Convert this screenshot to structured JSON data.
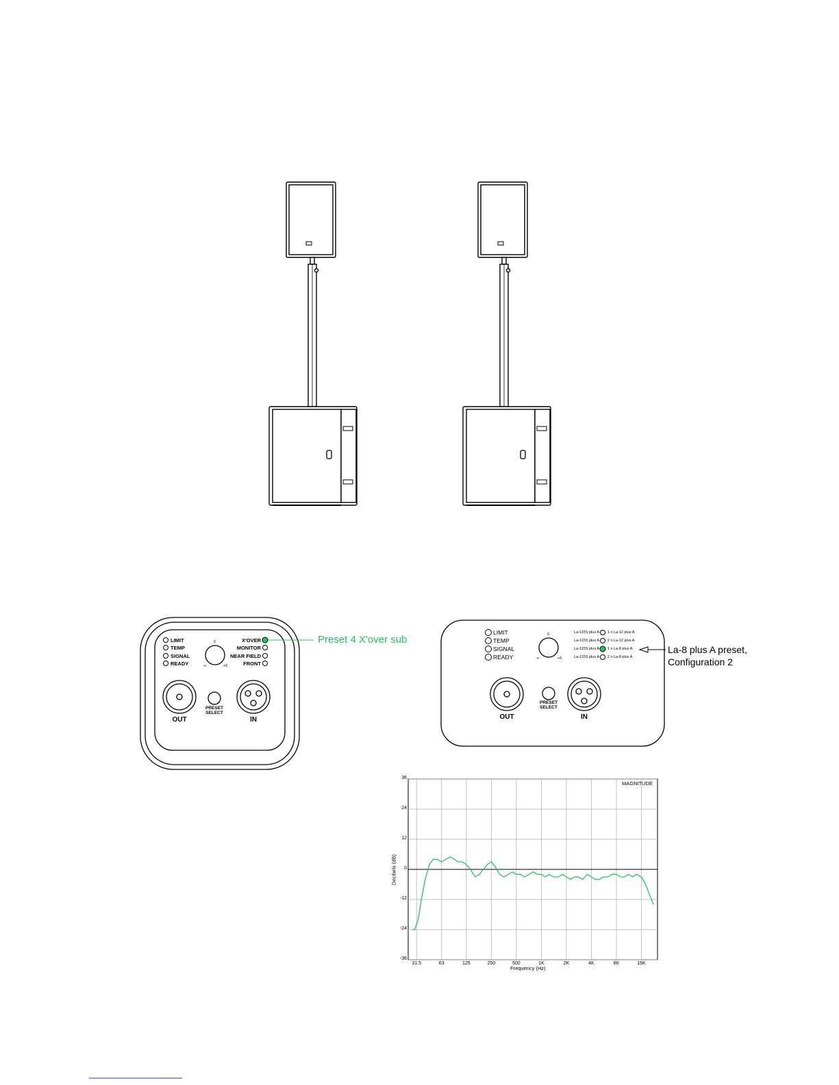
{
  "left_panel": {
    "leds": [
      "LIMIT",
      "TEMP",
      "SIGNAL",
      "READY"
    ],
    "presets": [
      "X'OVER",
      "MONITOR",
      "NEAR FIELD",
      "FRONT"
    ],
    "knob": {
      "top": "0",
      "left": "-∞",
      "right": "+6"
    },
    "out_label": "OUT",
    "in_label": "IN",
    "preset_select": [
      "PRESET",
      "SELECT"
    ],
    "callout": "Preset 4 X'over sub",
    "active_color": "#22c55e"
  },
  "right_panel": {
    "leds": [
      "LIMIT",
      "TEMP",
      "SIGNAL",
      "READY"
    ],
    "presets_left": [
      "La-115S plus A",
      "La-115S plus A",
      "La-115S plus A",
      "La-115S plus A"
    ],
    "presets_right": [
      "1 x La-12 plus A",
      "2 x La-12 plus A",
      "1 x La-8 plus A",
      "2 x La-8 plus A"
    ],
    "knob": {
      "top": "0",
      "left": "-∞",
      "right": "+6"
    },
    "out_label": "OUT",
    "in_label": "IN",
    "preset_select": [
      "PRESET",
      "SELECT"
    ],
    "callout_line1": "La-8 plus A preset,",
    "callout_line2": "Configuration 2"
  },
  "chart_data": {
    "type": "line",
    "title": "MAGNITUDE",
    "xlabel": "Frequency (Hz)",
    "ylabel": "Decibels (dB)",
    "x_ticks": [
      "31.5",
      "63",
      "125",
      "250",
      "500",
      "1K",
      "2K",
      "4K",
      "8K",
      "16K"
    ],
    "y_ticks": [
      "36",
      "24",
      "12",
      "0",
      "-12",
      "-24",
      "-36"
    ],
    "ylim": [
      -36,
      36
    ],
    "grid": true,
    "series": [
      {
        "color": "#22c55e",
        "x": [
          28,
          30,
          33,
          36,
          40,
          45,
          50,
          56,
          63,
          71,
          80,
          90,
          100,
          112,
          125,
          140,
          160,
          180,
          200,
          225,
          250,
          280,
          315,
          355,
          400,
          450,
          500,
          560,
          630,
          710,
          800,
          900,
          1000,
          1120,
          1250,
          1400,
          1600,
          1800,
          2000,
          2240,
          2500,
          2800,
          3150,
          3550,
          4000,
          4500,
          5000,
          5600,
          6300,
          7100,
          8000,
          9000,
          10000,
          11200,
          12500,
          14000,
          16000,
          18000,
          20000,
          22400
        ],
        "y": [
          -24,
          -24,
          -20,
          -12,
          -4,
          2,
          4,
          4,
          3,
          4,
          5,
          4,
          3,
          3,
          2,
          0,
          -3,
          -2,
          0,
          2,
          3,
          1,
          -2,
          -3,
          -2,
          -1,
          -2,
          -2,
          -3,
          -2,
          -1,
          -2,
          -2,
          -3,
          -2,
          -3,
          -3,
          -2,
          -3,
          -4,
          -3,
          -3,
          -4,
          -2,
          -3,
          -4,
          -4,
          -3,
          -3,
          -2,
          -2,
          -3,
          -3,
          -2,
          -3,
          -2,
          -3,
          -6,
          -10,
          -14
        ]
      }
    ]
  }
}
